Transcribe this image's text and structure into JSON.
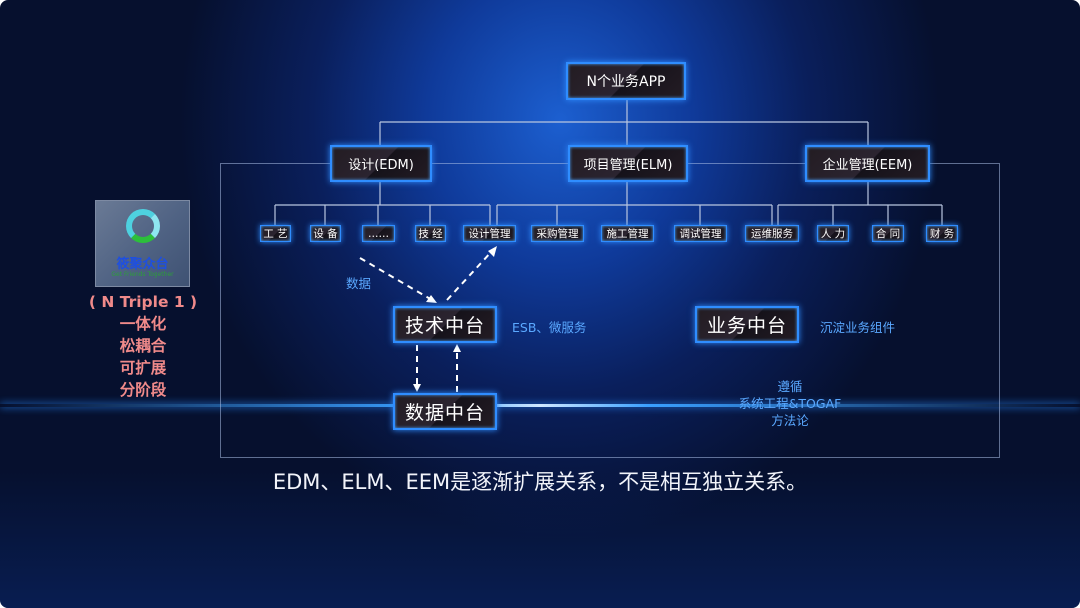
{
  "top": {
    "label": "N个业务APP"
  },
  "domains": [
    {
      "label": "设计(EDM)"
    },
    {
      "label": "项目管理(ELM)"
    },
    {
      "label": "企业管理(EEM)"
    }
  ],
  "leaves": [
    {
      "label": "工 艺"
    },
    {
      "label": "设 备"
    },
    {
      "label": "……"
    },
    {
      "label": "技 经"
    },
    {
      "label": "设计管理"
    },
    {
      "label": "采购管理"
    },
    {
      "label": "施工管理"
    },
    {
      "label": "调试管理"
    },
    {
      "label": "运维服务"
    },
    {
      "label": "人 力"
    },
    {
      "label": "合 同"
    },
    {
      "label": "财 务"
    }
  ],
  "platforms": {
    "tech": "技术中台",
    "data": "数据中台",
    "business": "业务中台"
  },
  "labels": {
    "data_flow": "数据",
    "tech_note": "ESB、微服务",
    "business_note": "沉淀业务组件",
    "method": [
      "遵循",
      "系统工程&TOGAF",
      "方法论"
    ]
  },
  "caption": "EDM、ELM、EEM是逐渐扩展关系，不是相互独立关系。",
  "left": {
    "logo_text": "筱聚众台",
    "logo_sub": "Get Friends Together",
    "lines": [
      "( N Triple 1 )",
      "一体化",
      "松耦合",
      "可扩展",
      "分阶段"
    ]
  },
  "colors": {
    "box_border": "#2f8dff",
    "note": "#5aa8ff",
    "highlight": "#f08a8a"
  }
}
